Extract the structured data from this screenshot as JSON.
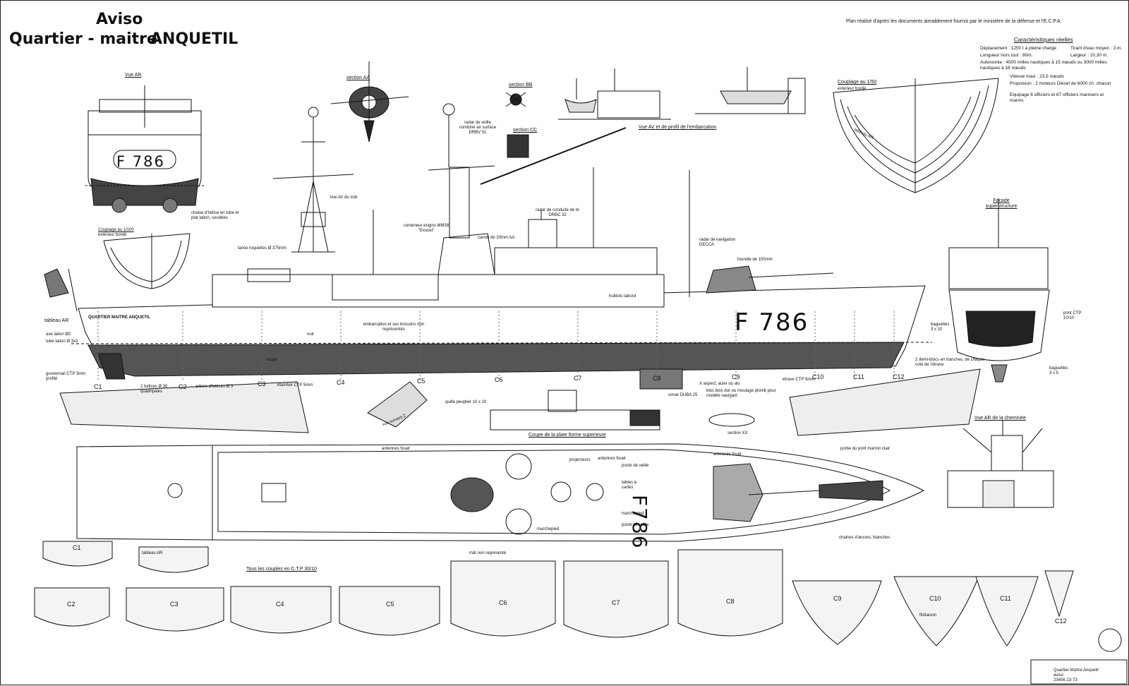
{
  "title": {
    "line1": "Aviso",
    "line2": "Quartier - maitre",
    "line3": "ANQUETIL"
  },
  "header_note": "Plan réalisé d'après les documents aimablement fournis par le ministère de la défense et l'E.C.P.A.",
  "specs": {
    "heading": "Caractéristiques réelles",
    "lines": [
      "Déplacement : 1250 t à pleine charge",
      "Tirant d'eau moyen : 3 m.",
      "Longueur hors tout : 80m.",
      "Largeur : 10,30 m.",
      "Autonomie : 4500 milles nautiques à 15 nœuds ou 3000 milles nautiques à 18 nœuds",
      "Vitesse maxi : 23,5 nœuds",
      "Propulsion : 2 moteurs Diesel de 6000 ch. chacun",
      "Equipage 6 officiers et 87 officiers mariniers et marins"
    ]
  },
  "hull_number": "F 786",
  "hull_number_tight": "F786",
  "ship_name_label": "QUARTIER MAITRE ANQUETIL",
  "labels": {
    "vue_ar": "Vue AR",
    "section_aa": "section AA",
    "section_bb": "section BB",
    "section_cc": "section CC",
    "vue_av_profil": "Vue AV et de profil de l'embarcation",
    "couplage_150": "Couplage au 1/50",
    "couplage_150_sub": "extérieur bordé",
    "tableau_ar_curve": "tableau AR",
    "couplage_1100": "Couplage au 1/100",
    "couplage_1100_sub": "extérieur bordé",
    "vue_av_mat": "Vue AV du mât",
    "lance_roquettes": "lance roquettes Ø 375mm",
    "radar_veille": "radar de veille combiné air surface DRBV 51",
    "conteneur_exocet": "conteneur engins MM38 \"Exocet\"",
    "radar_conduite": "radar de conduite de tir DRBC 32",
    "canon_20mm": "canon de 20mm AA",
    "radar_navigation": "radar de navigation DECCA",
    "tourelle_100": "tourelle de 100mm",
    "hublots": "hublots tabord",
    "facade": "Facade superstructure",
    "chaise_helice": "chaise d'hélice en tube et plat laiton, soudées",
    "tableau_ar": "tableau AR",
    "axe_laiton": "axe laiton Ø2",
    "tube_laiton": "tube laiton Ø 3x3",
    "embarcation": "embarcation et ses bossoirs non représentés",
    "noir": "noir",
    "rouge": "rouge",
    "gouvernail": "gouvernail CTP 3mm profilé",
    "helices": "2 hélices Ø 30 quadripales",
    "arbres": "arbres d'hélices Ø 3",
    "etambot": "étambot CTP 5mm",
    "quille": "quille peuplier 10 x 10",
    "x_aspect": "X aspect, acier ou alu",
    "bloc_bois": "bloc bois dur ou moulage plomb pour modèle navigant",
    "etrave": "étrave CTP 5mm",
    "demi_blocs": "2 demi-blocs en tranches, de chaque cote de l'étrave",
    "baguettes_3x10": "baguettes 3 x 10",
    "pont_ctp": "pont CTP 10/10",
    "baguettes_3x5": "baguettes 3 x 5",
    "sonar": "sonar DUBA 25",
    "section_xx": "section XX",
    "vue_suivant": "vue suivant Z",
    "coupe_plate_forme": "Coupe de la plate forme superieure",
    "vue_ar_cheminee": "Vue AR de la cheminée",
    "antennes_fouet": "antennes fouet",
    "projecteurs": "projecteurs",
    "poste_veille": "poste de veille",
    "tables_cartes": "tables à cartes",
    "marchepied": "marchepied",
    "mat_non_represente": "mât non représenté",
    "portie_pont": "portie du pont marron clair",
    "chaines_ancres": "chaines d'ancres, blanches",
    "tous_couples": "Tous les couples en C.T.P 30/10",
    "flottaison": "flottaison"
  },
  "stations": [
    "C1",
    "C2",
    "C3",
    "C4",
    "C5",
    "C6",
    "C7",
    "C8",
    "C9",
    "C10",
    "C11",
    "C12"
  ],
  "colors": {
    "ink": "#111111",
    "hull_dark": "#555555",
    "paper": "#ffffff",
    "wood": "#9a9a9a"
  },
  "titleblock": {
    "line1": "Quartier-Maître Anquetil",
    "line2": "aviso",
    "line3": "23456 23-73"
  }
}
